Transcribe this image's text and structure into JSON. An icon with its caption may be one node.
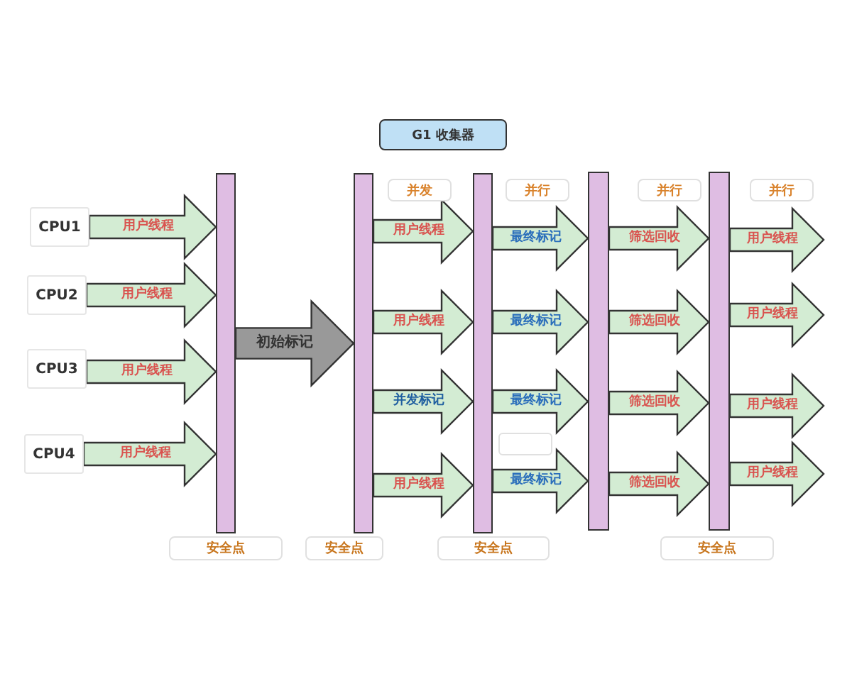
{
  "diagram": {
    "nodes": [
      {
        "text": [
          "G1 收集器"
        ]
      },
      {
        "text": [
          "并发"
        ]
      },
      {
        "text": [
          "并行"
        ]
      },
      {
        "text": [
          "并行"
        ]
      },
      {
        "text": [
          "并行"
        ]
      },
      {
        "text": [
          "CPU1"
        ]
      },
      {
        "text": [
          "CPU2"
        ]
      },
      {
        "text": [
          "CPU3"
        ]
      },
      {
        "text": [
          "CPU4"
        ]
      },
      {
        "text": [],
        "shape": "bar"
      },
      {
        "text": [],
        "shape": "bar"
      },
      {
        "text": [],
        "shape": "bar"
      },
      {
        "text": [],
        "shape": "bar"
      },
      {
        "text": [],
        "shape": "bar"
      },
      {
        "text": [],
        "shape": "box"
      },
      {
        "text": [
          "安全点"
        ]
      },
      {
        "text": [
          "安全点"
        ]
      },
      {
        "text": [
          "安全点"
        ]
      },
      {
        "text": [
          "安全点"
        ]
      }
    ],
    "edges": [
      {
        "from": 5,
        "to": 9,
        "arrow": "to",
        "label": "用户线程"
      },
      {
        "from": 6,
        "to": 9,
        "arrow": "to",
        "label": "用户线程"
      },
      {
        "from": 7,
        "to": 9,
        "arrow": "to",
        "label": "用户线程"
      },
      {
        "from": 8,
        "to": 9,
        "arrow": "to",
        "label": "用户线程"
      },
      {
        "from": 9,
        "to": 10,
        "arrow": "to",
        "label": "初始标记",
        "color": "#999999"
      },
      {
        "from": 10,
        "to": 11,
        "arrow": "to",
        "label": "用户线程"
      },
      {
        "from": 10,
        "to": 11,
        "arrow": "to",
        "label": "用户线程"
      },
      {
        "from": 10,
        "to": 11,
        "arrow": "to",
        "label": "并发标记"
      },
      {
        "from": 10,
        "to": 11,
        "arrow": "to",
        "label": "用户线程"
      },
      {
        "from": 11,
        "to": 12,
        "arrow": "to",
        "label": "最终标记"
      },
      {
        "from": 11,
        "to": 12,
        "arrow": "to",
        "label": "最终标记"
      },
      {
        "from": 11,
        "to": 12,
        "arrow": "to",
        "label": "最终标记"
      },
      {
        "from": 11,
        "to": 12,
        "arrow": "to",
        "label": "最终标记"
      },
      {
        "from": 12,
        "to": 13,
        "arrow": "to",
        "label": "筛选回收"
      },
      {
        "from": 12,
        "to": 13,
        "arrow": "to",
        "label": "筛选回收"
      },
      {
        "from": 12,
        "to": 13,
        "arrow": "to",
        "label": "筛选回收"
      },
      {
        "from": 12,
        "to": 13,
        "arrow": "to",
        "label": "筛选回收"
      },
      {
        "from": 13,
        "to": null,
        "arrow": "to",
        "label": "用户线程"
      },
      {
        "from": 13,
        "to": null,
        "arrow": "to",
        "label": "用户线程"
      },
      {
        "from": 13,
        "to": null,
        "arrow": "to",
        "label": "用户线程"
      },
      {
        "from": 13,
        "to": null,
        "arrow": "to",
        "label": "用户线程"
      }
    ]
  }
}
